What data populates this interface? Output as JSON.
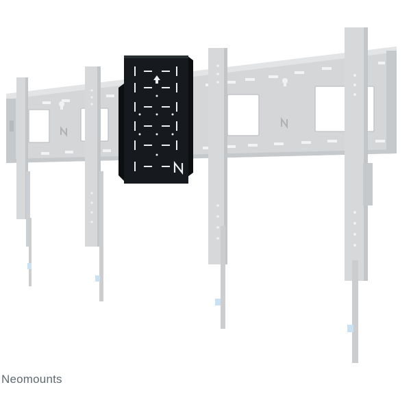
{
  "brand": {
    "name": "Neomounts"
  },
  "colors": {
    "mount_gray": "#d4d6d8",
    "mount_gray_dark": "#bfc2c5",
    "mount_gray_light": "#e2e4e6",
    "accessory_black": "#16191d",
    "accessory_slot": "#f1f2f2",
    "tag_blue": "#c9e2f3",
    "brand_text": "#5f6a6f"
  },
  "icons": {
    "logo": "neomounts-n-logo",
    "keyhole": "keyhole-slot",
    "tag": "blue-label-tag"
  }
}
